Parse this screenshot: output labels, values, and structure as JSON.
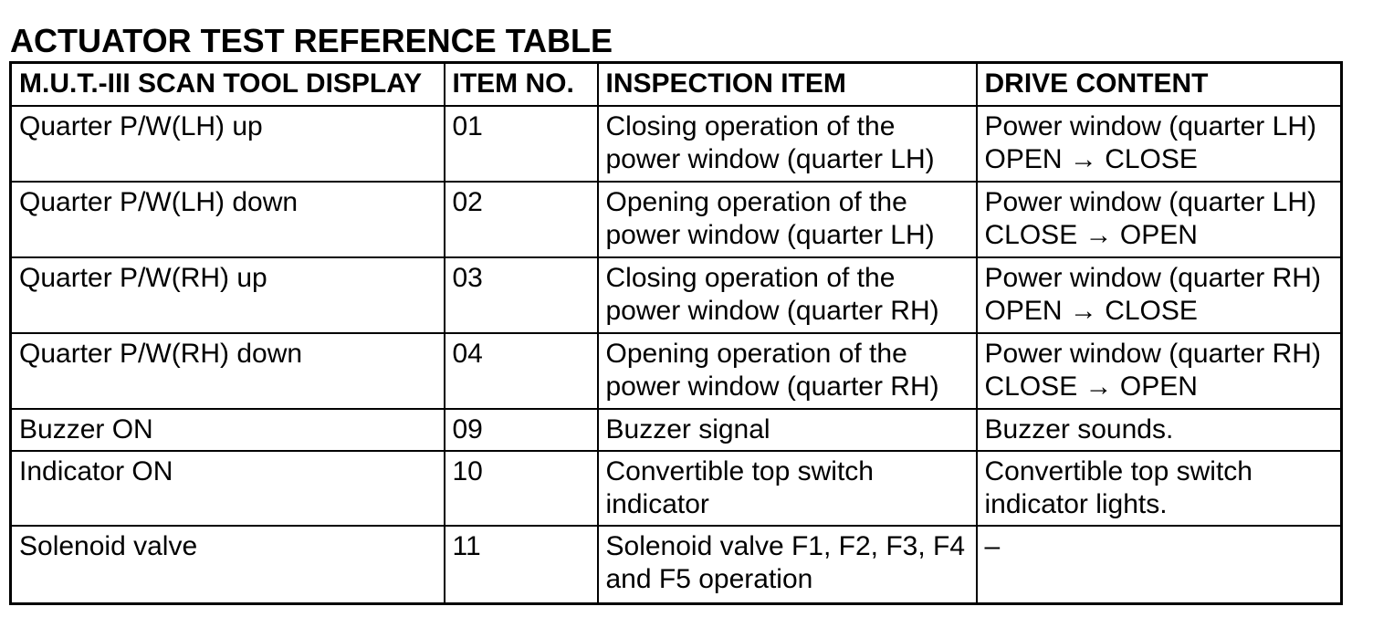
{
  "page": {
    "title": "ACTUATOR TEST REFERENCE TABLE"
  },
  "colors": {
    "text": "#000000",
    "background": "#ffffff",
    "table_border": "#000000"
  },
  "table": {
    "columns": [
      "M.U.T.-III SCAN TOOL DISPLAY",
      "ITEM NO.",
      "INSPECTION ITEM",
      "DRIVE CONTENT"
    ],
    "rows": [
      [
        "Quarter P/W(LH) up",
        "01",
        "Closing operation of the\npower window (quarter LH)",
        "Power window (quarter LH)\nOPEN → CLOSE"
      ],
      [
        "Quarter P/W(LH) down",
        "02",
        "Opening operation of the\npower window (quarter LH)",
        "Power window (quarter LH)\nCLOSE → OPEN"
      ],
      [
        "Quarter P/W(RH) up",
        "03",
        "Closing operation of the\npower window (quarter RH)",
        "Power window (quarter RH)\nOPEN → CLOSE"
      ],
      [
        "Quarter P/W(RH) down",
        "04",
        "Opening operation of the\npower window (quarter RH)",
        "Power window (quarter RH)\nCLOSE → OPEN"
      ],
      [
        "Buzzer ON",
        "09",
        "Buzzer signal",
        "Buzzer sounds."
      ],
      [
        "Indicator ON",
        "10",
        "Convertible top switch\nindicator",
        "Convertible top switch\nindicator lights."
      ],
      [
        "Solenoid valve",
        "11",
        "Solenoid valve F1, F2, F3, F4\nand F5 operation",
        "–"
      ]
    ]
  }
}
